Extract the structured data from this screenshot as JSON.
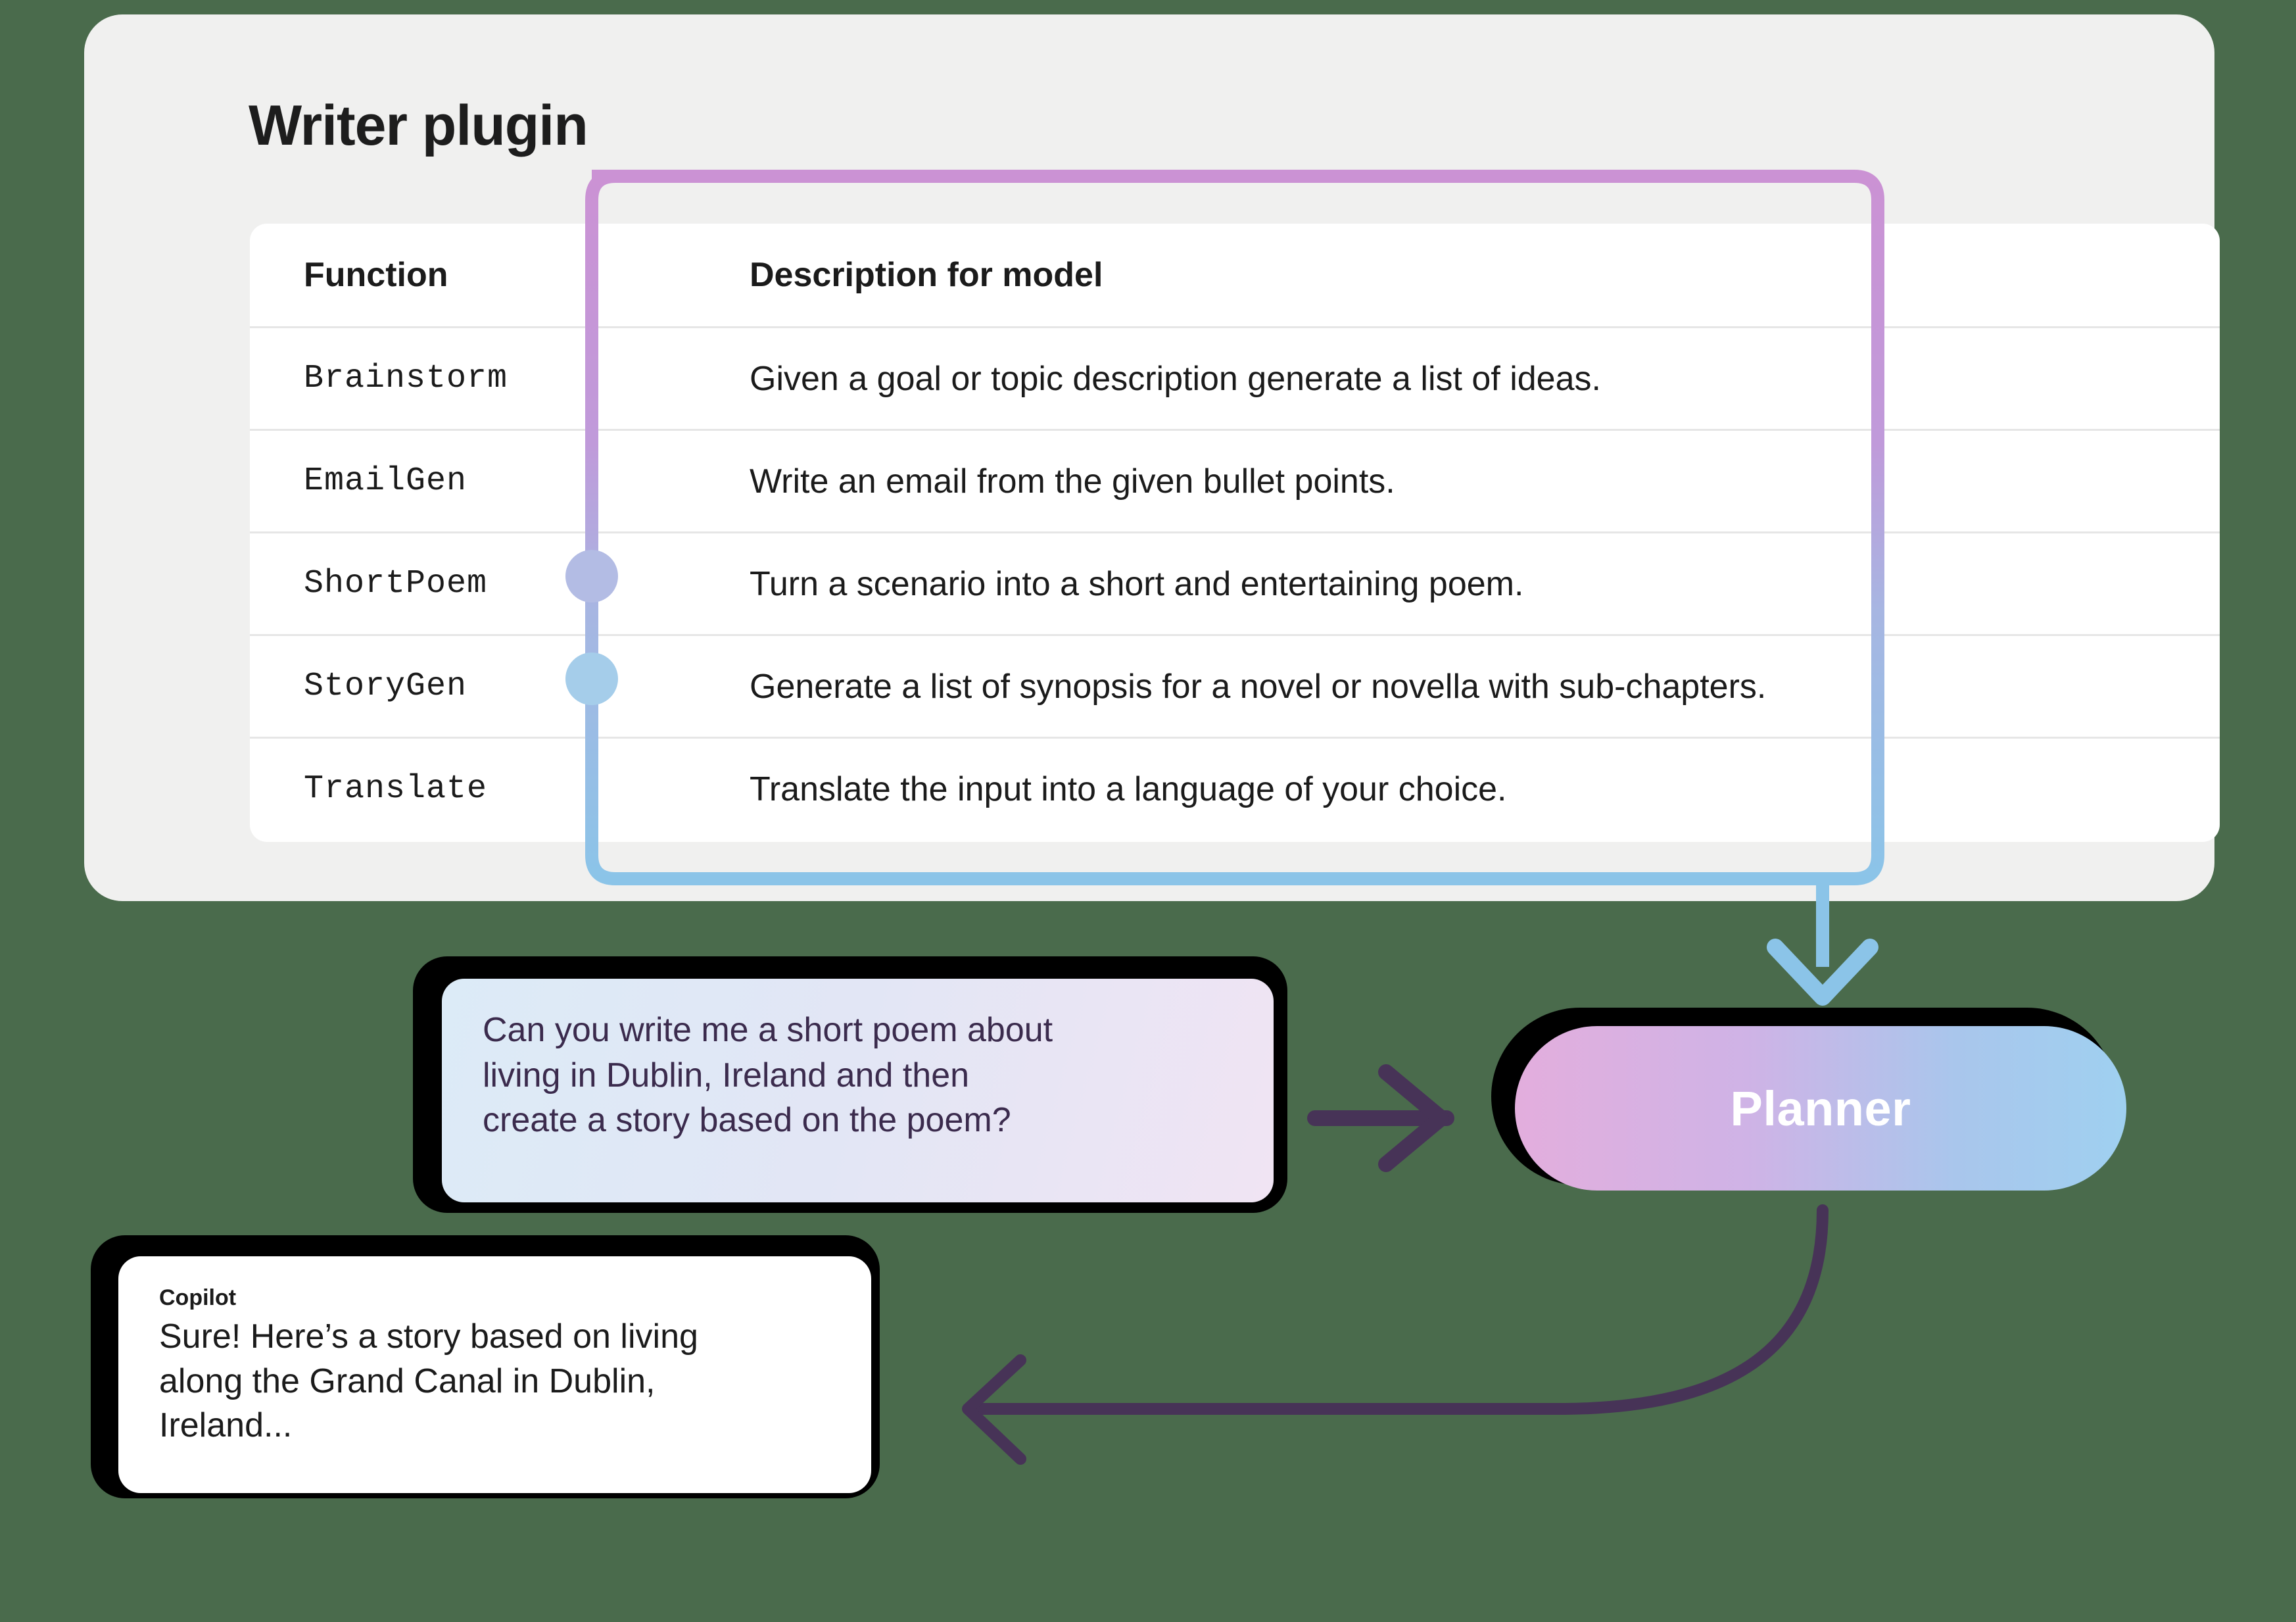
{
  "background_color": "#4a6b4c",
  "plugin_card": {
    "title": "Writer plugin",
    "table": {
      "columns": [
        "Function",
        "Description for model"
      ],
      "rows": [
        {
          "function": "Brainstorm",
          "description": "Given a goal or topic description generate a list of ideas.",
          "connector_dot": null
        },
        {
          "function": "EmailGen",
          "description": "Write an email from the given bullet points.",
          "connector_dot": null
        },
        {
          "function": "ShortPoem",
          "description": "Turn a scenario into a short and entertaining poem.",
          "connector_dot": "#b3bce4"
        },
        {
          "function": "StoryGen",
          "description": "Generate a list of synopsis for a novel or novella with sub-chapters.",
          "connector_dot": "#a5cdea"
        },
        {
          "function": "Translate",
          "description": "Translate the input into a language of your choice.",
          "connector_dot": null
        }
      ]
    }
  },
  "connector": {
    "gradient_start_color": "#cb92d4",
    "gradient_end_color": "#8bc4e8",
    "arrow_color": "#8bc4e8"
  },
  "planner": {
    "label": "Planner",
    "gradient_start_color": "#e3aedd",
    "gradient_end_color": "#9fd0f0",
    "text_color": "#ffffff"
  },
  "user_prompt": {
    "lines": [
      "Can you write me a short poem about",
      "living in Dublin, Ireland and then",
      "create a story based on the poem?"
    ],
    "text_color": "#3b2b4d"
  },
  "copilot_reply": {
    "sender": "Copilot",
    "lines": [
      "Sure! Here’s a story based on living",
      "along the Grand Canal in Dublin,",
      "Ireland..."
    ],
    "text_color": "#1b1b1b"
  },
  "arrows": {
    "prompt_to_planner_color": "#473357",
    "planner_to_copilot_color": "#473357"
  }
}
